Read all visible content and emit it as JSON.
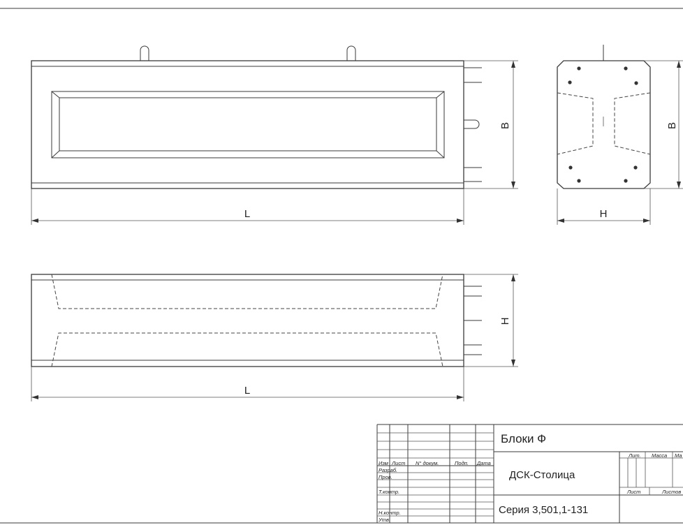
{
  "dimensions": {
    "length_label": "L",
    "height_label": "H",
    "width_label": "B"
  },
  "title_block": {
    "title": "Блоки Ф",
    "organization": "ДСК-Столица",
    "series": "Серия 3,501,1-131",
    "col_headers": [
      "Изм",
      "Лист",
      "N° докум.",
      "Подп.",
      "Дата"
    ],
    "row_labels": [
      "Разраб.",
      "Пров.",
      "Т.контр.",
      "",
      "Н.контр.",
      "Утв."
    ],
    "right_headers": [
      "Лит.",
      "Масса",
      "Ма"
    ],
    "sheet_labels": [
      "Лист",
      "Листов"
    ]
  }
}
